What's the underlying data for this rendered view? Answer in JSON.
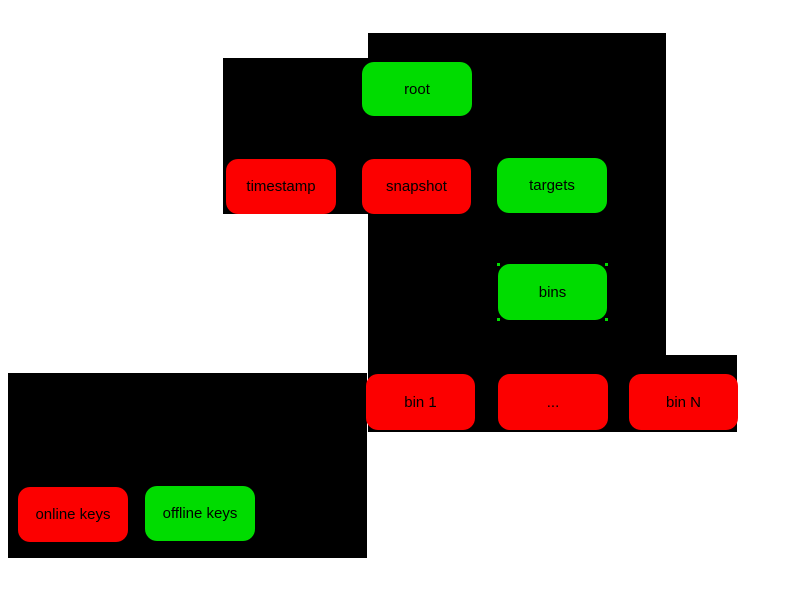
{
  "palette": {
    "page_background": "#ffffff",
    "group_background": "#000000",
    "online_key_red": "#fc0000",
    "offline_key_green": "#00dc00",
    "label_text": "#000000"
  },
  "nodes": {
    "root": {
      "label": "root",
      "color": "#00dc00"
    },
    "timestamp": {
      "label": "timestamp",
      "color": "#fc0000"
    },
    "snapshot": {
      "label": "snapshot",
      "color": "#fc0000"
    },
    "targets": {
      "label": "targets",
      "color": "#00dc00"
    },
    "bins": {
      "label": "bins",
      "color": "#00dc00"
    },
    "bin1": {
      "label": "bin 1",
      "color": "#fc0000"
    },
    "bin_ellipsis": {
      "label": "...",
      "color": "#fc0000"
    },
    "binN": {
      "label": "bin N",
      "color": "#fc0000"
    },
    "online_keys": {
      "label": "online keys",
      "color": "#fc0000"
    },
    "offline_keys": {
      "label": "offline keys",
      "color": "#00dc00"
    }
  }
}
